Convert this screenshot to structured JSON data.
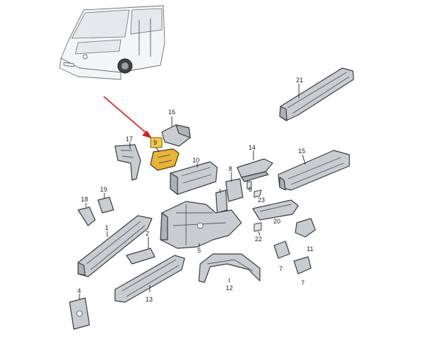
{
  "callouts": {
    "c1": "1",
    "c2": "2",
    "c4": "4",
    "c5": "5",
    "c6": "6",
    "c7a": "7",
    "c7b": "7",
    "c8": "8",
    "c9": "9",
    "c10": "10",
    "c11": "11",
    "c12": "12",
    "c13": "13",
    "c14": "14",
    "c15": "15",
    "c16": "16",
    "c17": "17",
    "c18": "18",
    "c19": "19",
    "c20": "20",
    "c21": "21",
    "c22": "22",
    "c23": "23"
  },
  "highlight": {
    "part": "9",
    "color": "#e8b437",
    "arrow_color": "#e01b1b"
  }
}
